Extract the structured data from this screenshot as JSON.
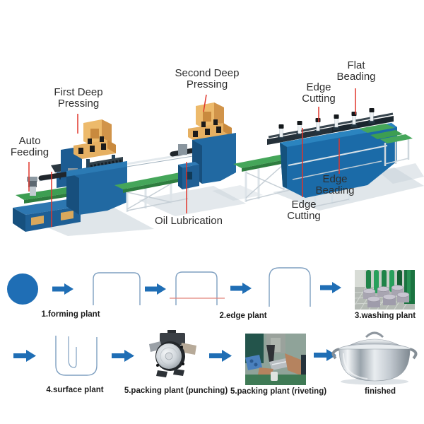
{
  "page": {
    "background": "#ffffff"
  },
  "production_line": {
    "callouts": [
      {
        "id": "auto-feeding",
        "label": "Auto\nFeeding"
      },
      {
        "id": "first-deep-pressing",
        "label": "First Deep\nPressing"
      },
      {
        "id": "second-deep-pressing",
        "label": "Second Deep\nPressing"
      },
      {
        "id": "oil-lubrication",
        "label": "Oil Lubrication"
      },
      {
        "id": "edge-cutting-upper",
        "label": "Edge\nCutting"
      },
      {
        "id": "flat-beading",
        "label": "Flat\nBeading"
      },
      {
        "id": "edge-beading",
        "label": "Edge\nBeading"
      },
      {
        "id": "edge-cutting-lower",
        "label": "Edge\nCutting"
      }
    ]
  },
  "process_flow": {
    "steps": [
      {
        "id": "forming-plant",
        "label": "1.forming plant"
      },
      {
        "id": "edge-plant",
        "label": "2.edge plant"
      },
      {
        "id": "washing-plant",
        "label": "3.washing plant"
      },
      {
        "id": "surface-plant",
        "label": "4.surface plant"
      },
      {
        "id": "packing-plant-punching",
        "label": "5.packing plant (punching)"
      },
      {
        "id": "packing-plant-riveting",
        "label": "5.packing plant (riveting)"
      },
      {
        "id": "finished",
        "label": "finished"
      }
    ],
    "arrow_icon": "right-block-arrow"
  },
  "colors": {
    "machine_blue": "#2169a2",
    "machine_blue_dark": "#174f7d",
    "press_orange": "#edba6b",
    "belt_green": "#45a65a",
    "pointer_red": "#e0352b",
    "flow_arrow_blue": "#1f6eb5",
    "disc_blue": "#1f6eb5",
    "profile_outline": "#7e9fc0",
    "trim_line_salmon": "#e2837a",
    "label_text": "#2e2e2e"
  }
}
